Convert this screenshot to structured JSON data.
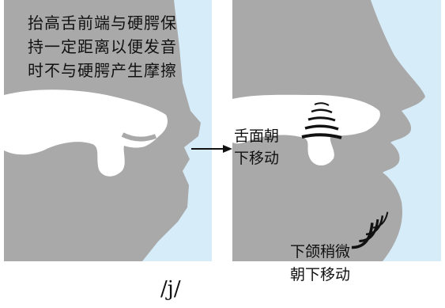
{
  "left_caption": {
    "lines": [
      "抬高舌前端与硬腭保",
      "持一定距离以便发音",
      "时不与硬腭产生摩擦"
    ]
  },
  "tongue_label": {
    "lines": [
      "舌面朝",
      "下移动"
    ]
  },
  "jaw_label": {
    "lines": [
      "下颌稍微",
      "朝下移动"
    ]
  },
  "phoneme": "/j/",
  "colors": {
    "background": "#d6ecf9",
    "head": "#a9a9a9",
    "mouth": "#ffffff",
    "ink": "#111111"
  }
}
